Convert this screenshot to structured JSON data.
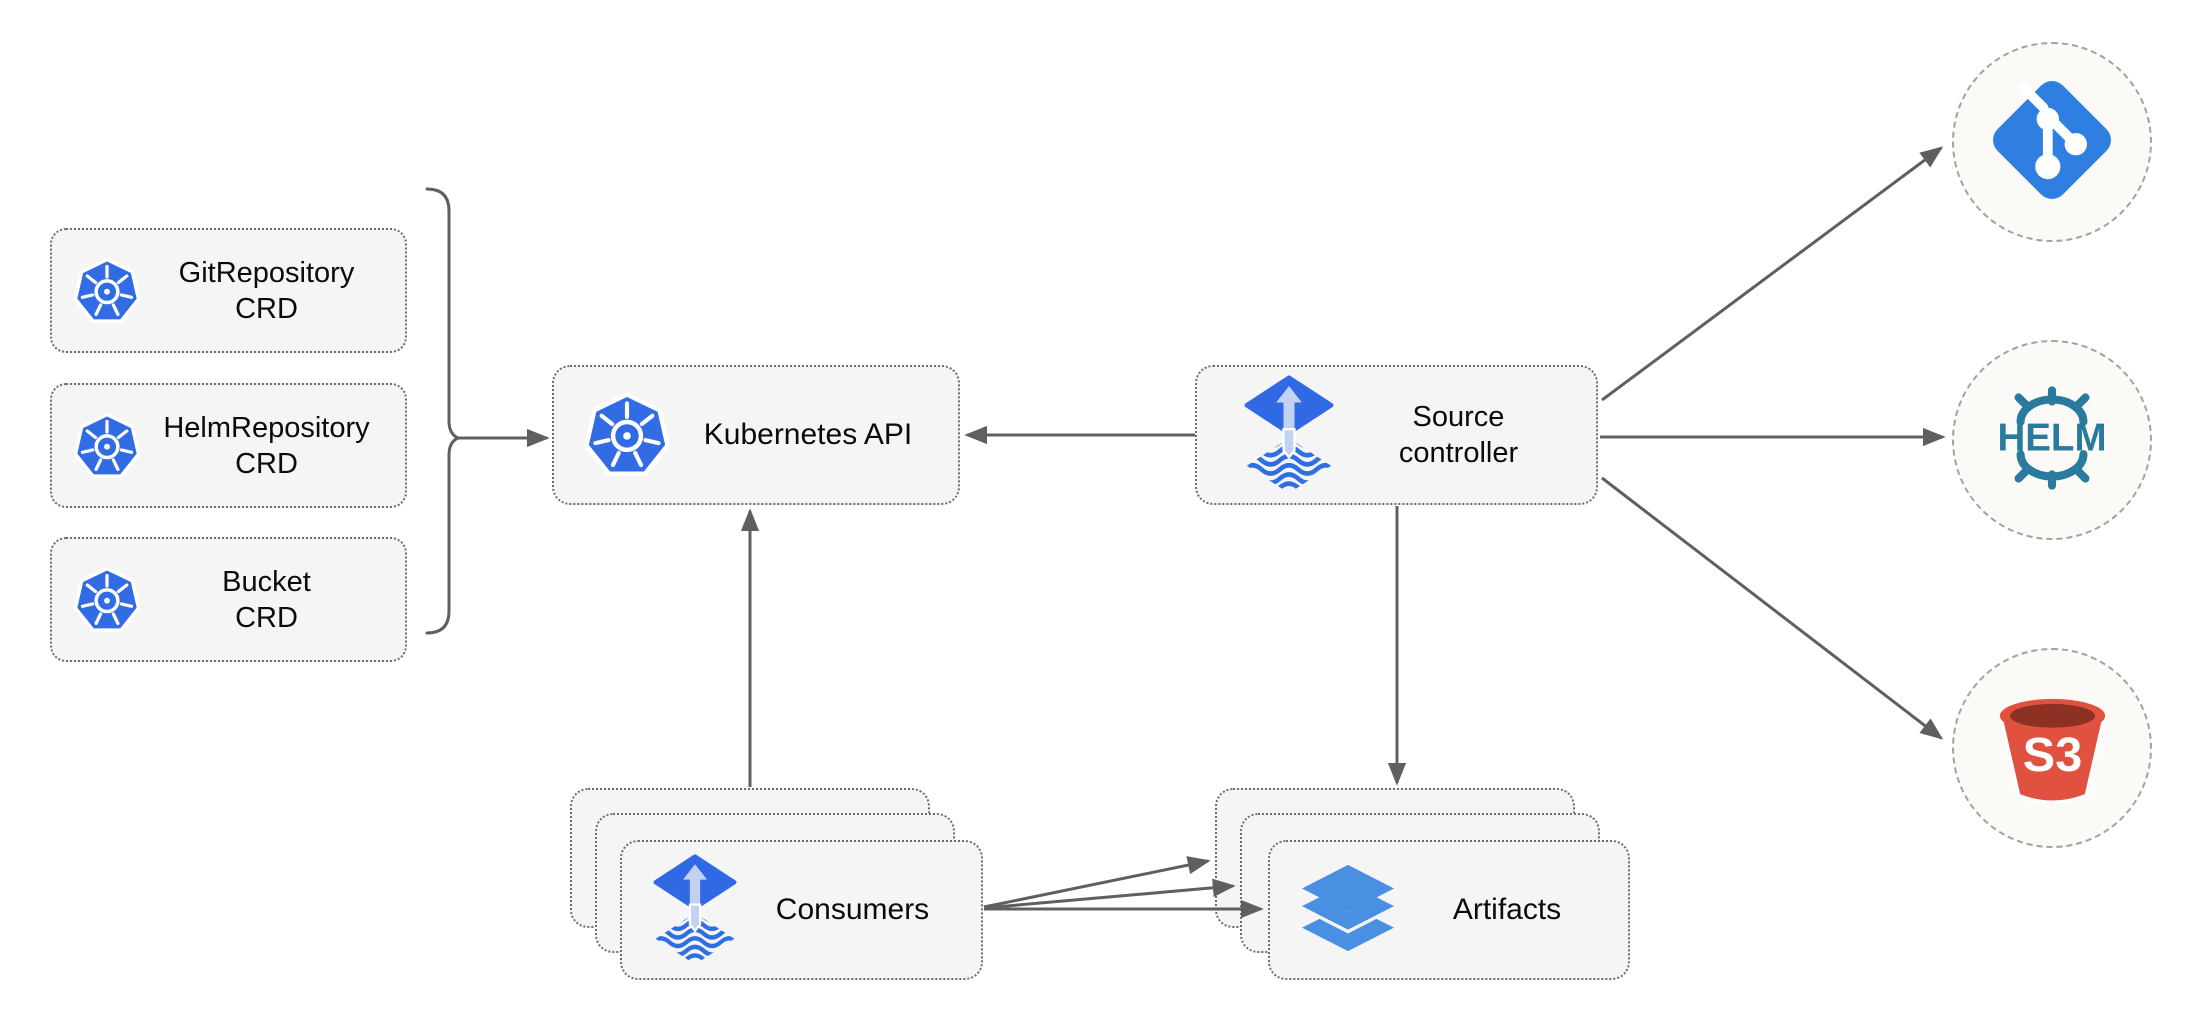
{
  "nodes": {
    "crd": [
      {
        "line1": "GitRepository",
        "line2": "CRD",
        "icon": "kubernetes-icon"
      },
      {
        "line1": "HelmRepository",
        "line2": "CRD",
        "icon": "kubernetes-icon"
      },
      {
        "line1": "Bucket",
        "line2": "CRD",
        "icon": "kubernetes-icon"
      }
    ],
    "kubernetes_api": {
      "label": "Kubernetes API",
      "icon": "kubernetes-icon"
    },
    "source_controller": {
      "line1": "Source",
      "line2": "controller",
      "icon": "flux-icon"
    },
    "consumers": {
      "label": "Consumers",
      "icon": "flux-icon",
      "stack_count": 3
    },
    "artifacts": {
      "label": "Artifacts",
      "icon": "layers-icon",
      "stack_count": 3
    },
    "external_sources": [
      {
        "id": "git",
        "icon": "git-icon"
      },
      {
        "id": "helm",
        "icon": "helm-icon",
        "label": "HELM"
      },
      {
        "id": "s3",
        "icon": "s3-bucket-icon",
        "label": "S3"
      }
    ]
  },
  "edges": [
    {
      "from": "gitrepository-crd",
      "to": "kubernetes-api",
      "via": "brace"
    },
    {
      "from": "helmrepository-crd",
      "to": "kubernetes-api",
      "via": "brace"
    },
    {
      "from": "bucket-crd",
      "to": "kubernetes-api",
      "via": "brace"
    },
    {
      "from": "source-controller",
      "to": "kubernetes-api"
    },
    {
      "from": "consumers",
      "to": "kubernetes-api"
    },
    {
      "from": "source-controller",
      "to": "artifacts"
    },
    {
      "from": "source-controller",
      "to": "git"
    },
    {
      "from": "source-controller",
      "to": "helm"
    },
    {
      "from": "source-controller",
      "to": "s3"
    },
    {
      "from": "consumers",
      "to": "artifacts"
    },
    {
      "from": "consumers",
      "to": "artifacts"
    },
    {
      "from": "consumers",
      "to": "artifacts"
    }
  ],
  "colors": {
    "kubernetes_blue": "#326ce5",
    "flux_blue": "#3169e5",
    "flux_arrow_light": "#c3d2f2",
    "artifact_layers_blue": "#4a90e2",
    "git_blue": "#2f7fe0",
    "helm_teal": "#2a7a9e",
    "s3_red": "#e0523f",
    "s3_dark_red": "#8c3123",
    "node_fill": "#f5f5f5",
    "connector_gray": "#5f5f5f"
  }
}
